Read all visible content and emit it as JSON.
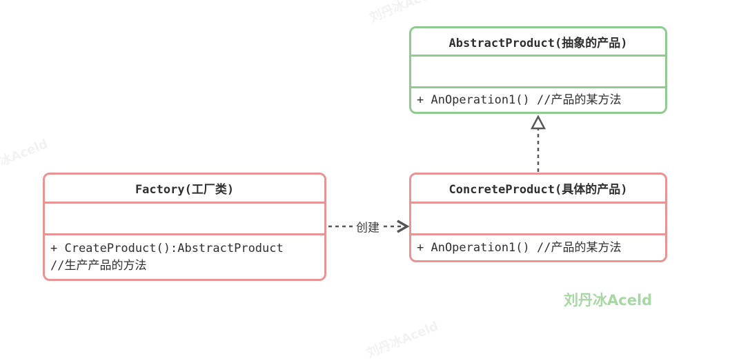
{
  "diagram_title": "Factory design pattern UML class diagram",
  "classes": {
    "abstract_product": {
      "title": "AbstractProduct(抽象的产品)",
      "attributes": "",
      "method": "+ AnOperation1() //产品的某方法",
      "border_color": "#8fcb8f"
    },
    "factory": {
      "title": "Factory(工厂类)",
      "attributes": "",
      "method_line1": "+ CreateProduct():AbstractProduct",
      "method_line2": "//生产产品的方法",
      "border_color": "#e89394"
    },
    "concrete_product": {
      "title": "ConcreteProduct(具体的产品)",
      "attributes": "",
      "method": "+ AnOperation1() //产品的某方法",
      "border_color": "#e89394"
    }
  },
  "relations": {
    "create_dependency": {
      "label": "创建",
      "from": "Factory",
      "to": "ConcreteProduct",
      "style": "dashed-open-arrow"
    },
    "realization": {
      "from": "ConcreteProduct",
      "to": "AbstractProduct",
      "style": "dashed-hollow-triangle"
    }
  },
  "colors": {
    "green_border": "#8fcb8f",
    "red_border": "#e89394",
    "text": "#2f2f2f",
    "arrow": "#565656",
    "watermark_green": "#a6d7a4",
    "watermark_faint": "#f2f2f2"
  },
  "watermarks": {
    "brand": "刘丹冰Aceld",
    "faint": "刘丹冰Aceld"
  }
}
